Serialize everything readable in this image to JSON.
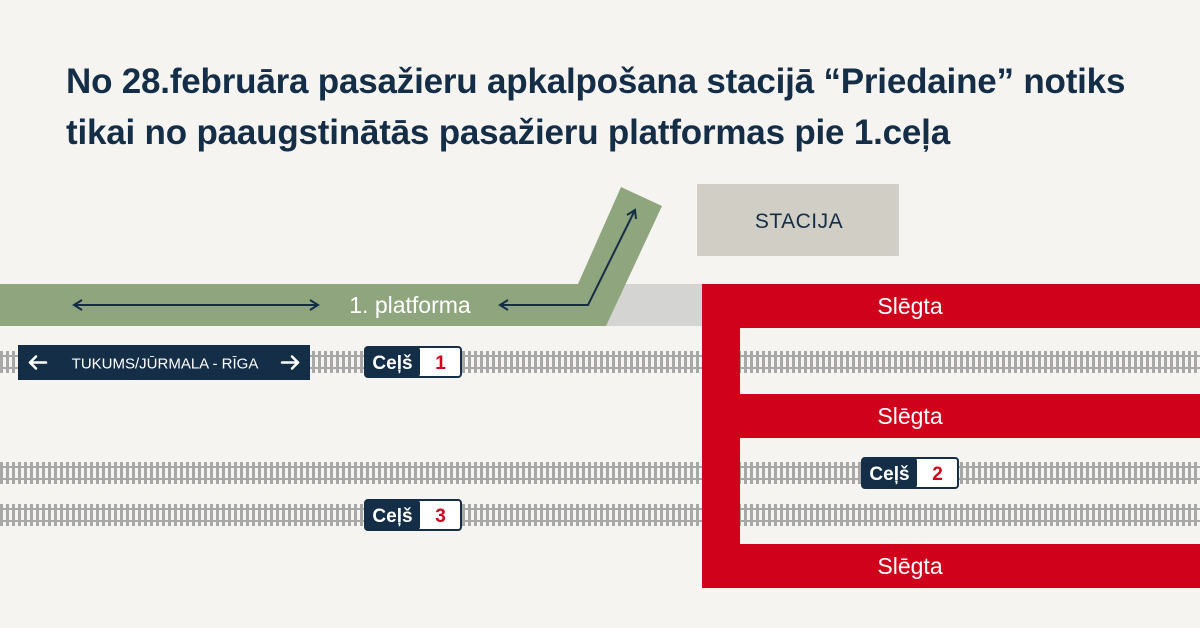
{
  "headline": {
    "line1": "No 28.februāra pasažieru apkalpošana stacijā “Priedaine” notiks",
    "line2": "tikai no paaugstinātās pasažieru platformas pie 1.ceļa"
  },
  "station": {
    "label": "STACIJA"
  },
  "platform": {
    "label": "1. platforma"
  },
  "direction": {
    "label": "TUKUMS/JŪRMALA - RĪGA"
  },
  "tracks": [
    {
      "prefix": "Ceļš",
      "number": "1"
    },
    {
      "prefix": "Ceļš",
      "number": "2"
    },
    {
      "prefix": "Ceļš",
      "number": "3"
    }
  ],
  "closed": [
    {
      "label": "Slēgta"
    },
    {
      "label": "Slēgta"
    },
    {
      "label": "Slēgta"
    }
  ],
  "colors": {
    "background": "#f5f4f0",
    "navy": "#152e47",
    "closed_red": "#d0021b",
    "platform_green": "#8fa57e",
    "station_grey": "#d0cec5",
    "platform_extension_grey": "#d4d4d2",
    "rail": "#a8a8a8"
  }
}
